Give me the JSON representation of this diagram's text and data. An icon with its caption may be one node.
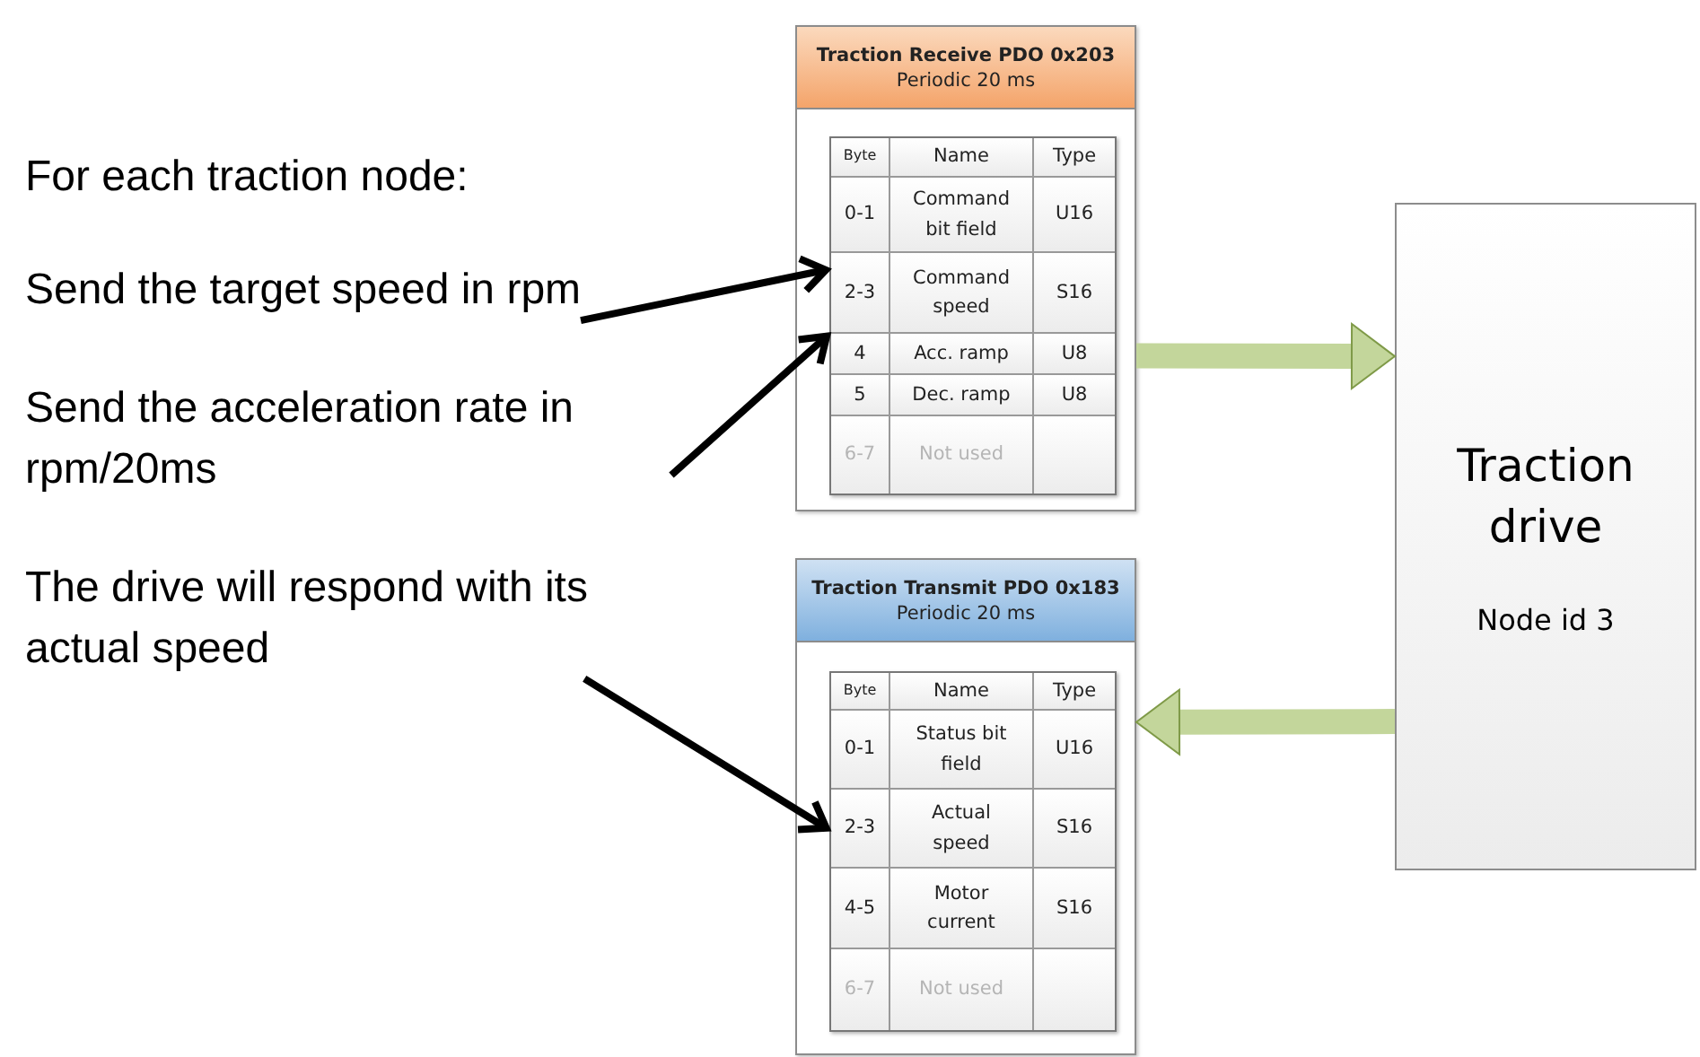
{
  "diagram": {
    "nodes": [
      {
        "text": [
          "Traction Receive PDO 0x203",
          "Periodic 20 ms"
        ]
      },
      {
        "text": [],
        "shape": "box",
        "in": 0
      },
      {
        "text": [
          "Traction Transmit PDO 0x183",
          "Periodic 20 ms"
        ]
      },
      {
        "text": [],
        "shape": "box",
        "in": 2
      },
      {
        "text": [
          "Traction drive",
          "Node id 3"
        ]
      },
      {
        "text": [
          "Send the target speed in rpm"
        ]
      },
      {
        "text": [
          "Send the acceleration rate in rpm/20ms"
        ]
      },
      {
        "text": [
          "The drive will respond with its actual speed"
        ]
      }
    ],
    "edges": [
      {
        "from": 5,
        "to": 1,
        "arrow": "to"
      },
      {
        "from": 6,
        "to": 1,
        "arrow": "to"
      },
      {
        "from": 7,
        "to": 3,
        "arrow": "to"
      },
      {
        "from": 0,
        "to": 4,
        "arrow": "to",
        "style": "thick",
        "color": "#c3d69b"
      },
      {
        "from": 4,
        "to": 2,
        "arrow": "to",
        "style": "thick",
        "color": "#c3d69b"
      }
    ],
    "labels": [
      "For each traction node:",
      "Byte",
      "Name",
      "Type",
      "0-1",
      "Command bit field",
      "U16",
      "2-3",
      "Command speed",
      "S16",
      "4",
      "Acc. ramp",
      "U8",
      "5",
      "Dec. ramp",
      "U8",
      "6-7",
      "Not used",
      "Byte",
      "Name",
      "Type",
      "0-1",
      "Status bit field",
      "U16",
      "2-3",
      "Actual speed",
      "S16",
      "4-5",
      "Motor current",
      "S16",
      "6-7",
      "Not used"
    ]
  }
}
